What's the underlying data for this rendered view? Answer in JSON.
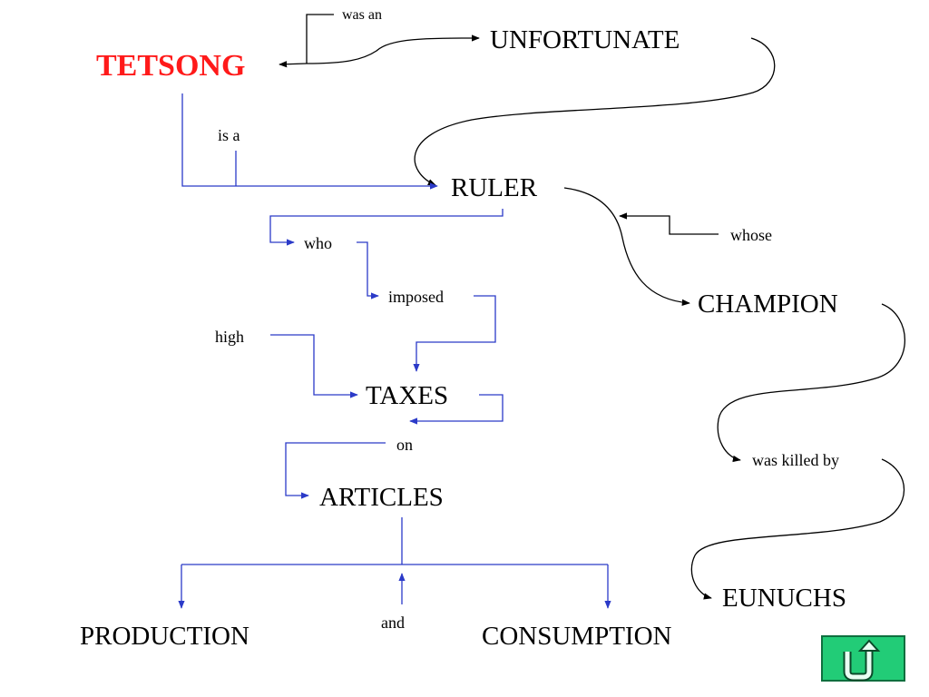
{
  "colors": {
    "title": "#ff1a1a",
    "blue_connector": "#2b3ac8",
    "black_connector": "#000000",
    "button_bg": "#22cc77"
  },
  "nodes": {
    "tetsong": "TETSONG",
    "unfortunate": "UNFORTUNATE",
    "ruler": "RULER",
    "champion": "CHAMPION",
    "taxes": "TAXES",
    "articles": "ARTICLES",
    "production": "PRODUCTION",
    "consumption": "CONSUMPTION",
    "eunuchs": "EUNUCHS"
  },
  "links": {
    "was_an": "was an",
    "is_a": "is a",
    "who": "who",
    "imposed": "imposed",
    "high": "high",
    "on": "on",
    "and": "and",
    "whose": "whose",
    "was_killed_by": "was killed by"
  },
  "button": {
    "icon": "u-turn-return-icon"
  }
}
